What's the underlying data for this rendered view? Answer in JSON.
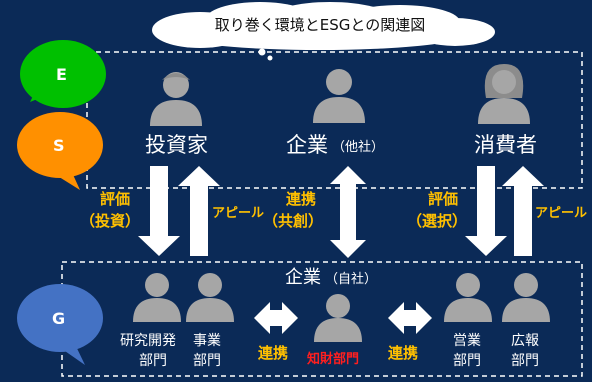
{
  "title": "取り巻く環境とESGとの関連図",
  "badges": {
    "e": "E",
    "s": "S",
    "g": "G"
  },
  "colors": {
    "background": "#0b2a57",
    "e": "#00c000",
    "s": "#ff9000",
    "g": "#4472c4",
    "accent": "#ffc000",
    "highlight": "#ff1f1f"
  },
  "external": {
    "investor": "投資家",
    "company_main": "企業",
    "company_sub": "（他社）",
    "consumer": "消費者"
  },
  "arrows": {
    "left_l1": "評価",
    "left_l2": "（投資）",
    "left_right": "アピール",
    "mid_l1": "連携",
    "mid_l2": "（共創）",
    "right_l1": "評価",
    "right_l2": "（選択）",
    "right_right": "アピール"
  },
  "internal": {
    "company_main": "企業",
    "company_sub": "（自社）",
    "rd_l1": "研究開発",
    "rd_l2": "部門",
    "biz_l1": "事業",
    "biz_l2": "部門",
    "ip": "知財部門",
    "link_left": "連携",
    "link_right": "連携",
    "sales_l1": "営業",
    "sales_l2": "部門",
    "pr_l1": "広報",
    "pr_l2": "部門"
  }
}
